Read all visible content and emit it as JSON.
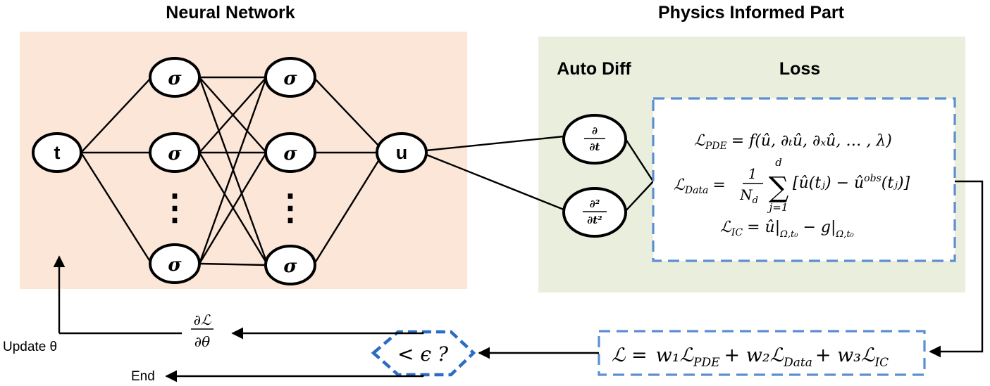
{
  "titles": {
    "neural_network": "Neural Network",
    "physics_part": "Physics Informed Part",
    "auto_diff": "Auto Diff",
    "loss": "Loss"
  },
  "nodes": {
    "input": "t",
    "output": "u",
    "activation": "σ",
    "ellipsis": "⋮"
  },
  "derivatives": {
    "first": {
      "numerator": "∂",
      "denominator": "∂t"
    },
    "second": {
      "numerator": "∂²",
      "denominator": "∂t²"
    }
  },
  "loss_terms": {
    "pde": {
      "label": "ℒ",
      "sub": "PDE",
      "rhs": "= f(û, ∂ₜû, ∂ₓû, … , λ)"
    },
    "data": {
      "label": "ℒ",
      "sub": "Data",
      "eq": "=",
      "frac_num": "1",
      "frac_den": "N",
      "frac_den_sub": "d",
      "sum": "∑",
      "sum_top": "d",
      "sum_bottom": "j=1",
      "body": "[û(tⱼ) − û",
      "obs": "obs",
      "body_end": "(tⱼ)]"
    },
    "ic": {
      "label": "ℒ",
      "sub": "IC",
      "rhs": "= û|",
      "sub2": "Ω,t₀",
      "minus": " − g|",
      "sub3": "Ω,t₀"
    }
  },
  "total_loss": {
    "lhs": "ℒ =",
    "w1": "w₁ℒ",
    "s1": "PDE",
    "w2": "+ w₂ℒ",
    "s2": "Data",
    "w3": "+ w₃ℒ",
    "s3": "IC"
  },
  "check": {
    "label": "< ϵ ?"
  },
  "gradient": {
    "numerator": "∂ℒ",
    "denominator": "∂θ"
  },
  "update_label": "Update θ",
  "end_label": "End",
  "colors": {
    "nn_background": "#fbe6d7",
    "physics_background": "#eaeedd",
    "dashed_border": "#5b8fd1",
    "check_border": "#2b6cc4"
  }
}
